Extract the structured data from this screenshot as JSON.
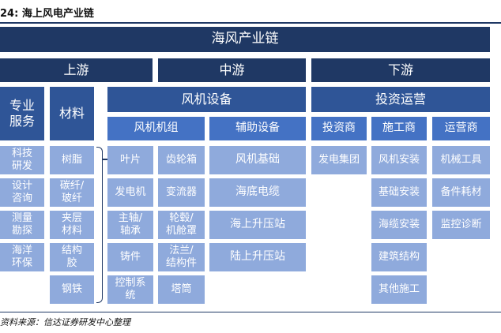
{
  "figure_title": "24:  海上风电产业链",
  "main_title": "海风产业链",
  "stages": {
    "upstream": "上游",
    "midstream": "中游",
    "downstream": "下游"
  },
  "upstream": {
    "services_header": "专业\n服务",
    "materials_header": "材料",
    "services": [
      "科技\n研发",
      "设计\n咨询",
      "测量\n勘探",
      "海洋\n环保"
    ],
    "materials": [
      "树脂",
      "碳纤/\n玻纤",
      "夹层\n材料",
      "结构\n胶",
      "钢铁"
    ]
  },
  "midstream": {
    "header": "风机设备",
    "turbine_header": "风机机组",
    "aux_header": "辅助设备",
    "turbine_col1": [
      "叶片",
      "发电机",
      "主轴/\n轴承",
      "铸件",
      "控制系\n统"
    ],
    "turbine_col2": [
      "齿轮箱",
      "变流器",
      "轮毂/\n机舱罩",
      "法兰/\n结构件",
      "塔筒"
    ],
    "aux": [
      "风机基础",
      "海底电缆",
      "海上升压站",
      "陆上升压站"
    ]
  },
  "downstream": {
    "header": "投资运营",
    "investor_header": "投资商",
    "construction_header": "施工商",
    "operator_header": "运营商",
    "investors": [
      "发电集团"
    ],
    "construction": [
      "风机安装",
      "基础安装",
      "海缆安装",
      "建筑结构",
      "其他施工"
    ],
    "operators": [
      "机械工具",
      "备件耗材",
      "监控诊断"
    ]
  },
  "source": "资料来源：信达证券研发中心整理",
  "colors": {
    "dark": "#1f3864",
    "mid": "#2f5597",
    "light": "#4472c4",
    "pale": "#8faadc"
  }
}
